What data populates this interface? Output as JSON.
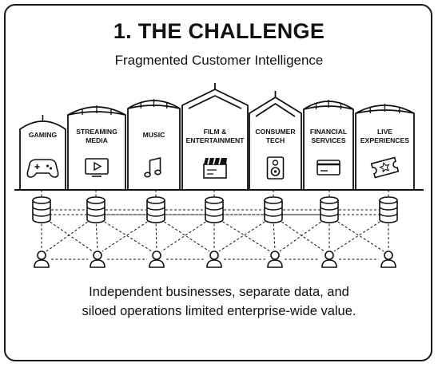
{
  "title": "1. THE CHALLENGE",
  "subtitle": "Fragmented Customer Intelligence",
  "caption": {
    "line1": "Independent businesses, separate data, and",
    "line2": "siloed operations limited enterprise-wide value."
  },
  "businesses": [
    {
      "label": [
        "GAMING"
      ],
      "icon": "gamepad-icon"
    },
    {
      "label": [
        "STREAMING",
        "MEDIA"
      ],
      "icon": "tv-play-icon"
    },
    {
      "label": [
        "MUSIC"
      ],
      "icon": "music-note-icon"
    },
    {
      "label": [
        "FILM &",
        "ENTERTAINMENT"
      ],
      "icon": "clapperboard-icon"
    },
    {
      "label": [
        "CONSUMER",
        "TECH"
      ],
      "icon": "speaker-icon"
    },
    {
      "label": [
        "FINANCIAL",
        "SERVICES"
      ],
      "icon": "credit-card-icon"
    },
    {
      "label": [
        "LIVE",
        "EXPERIENCES"
      ],
      "icon": "ticket-icon"
    }
  ],
  "nodes": {
    "database_icon": "database-icon",
    "user_icon": "user-icon"
  },
  "colors": {
    "ink": "#111111",
    "background": "#ffffff"
  }
}
